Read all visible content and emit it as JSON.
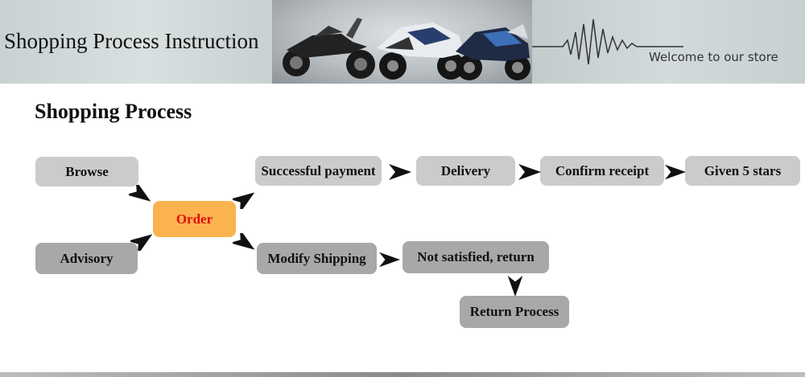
{
  "banner": {
    "title": "Shopping Process Instruction",
    "welcome": "Welcome to our store"
  },
  "heading": "Shopping Process",
  "steps": {
    "browse": "Browse",
    "advisory": "Advisory",
    "order": "Order",
    "successful_payment": "Successful payment",
    "delivery": "Delivery",
    "confirm_receipt": "Confirm receipt",
    "given_5_stars": "Given 5 stars",
    "modify_shipping": "Modify Shipping",
    "not_satisfied_return": "Not satisfied, return",
    "return_process": "Return Process"
  },
  "colors": {
    "box_light": "#cbcbcb",
    "box_dark": "#a8a8a8",
    "order_fill": "#fbb350",
    "order_text": "#e30d0d",
    "arrow": "#111111"
  },
  "icons": {
    "arrow": "chevron-arrow-icon",
    "banner_art": "motorcycle-icon"
  }
}
